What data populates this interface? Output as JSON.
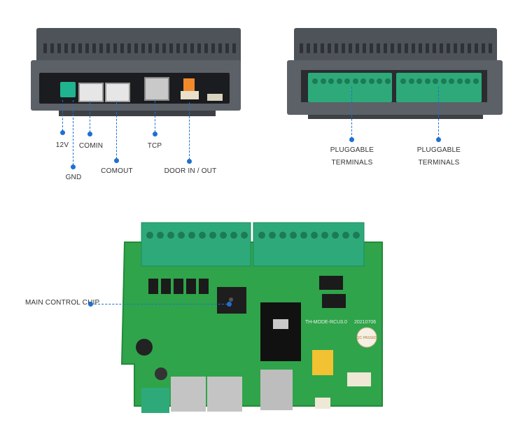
{
  "colors": {
    "accent": "#1f6fd1",
    "housing": "#5a5f66",
    "terminal_green": "#2eaa7a",
    "pcb_green": "#2fa44a"
  },
  "left_device": {
    "labels": {
      "v12": "12V",
      "gnd": "GND",
      "comin": "COMIN",
      "comout": "COMOUT",
      "tcp": "TCP",
      "door": "DOOR IN / OUT"
    }
  },
  "right_device": {
    "labels": {
      "pluggable_1_line1": "PLUGGABLE",
      "pluggable_1_line2": "TERMINALS",
      "pluggable_2_line1": "PLUGGABLE",
      "pluggable_2_line2": "TERMINALS"
    }
  },
  "board": {
    "callout": "MAIN CONTROL CHIP",
    "silkscreen_model": "TH-MODE-RCU3.0",
    "silkscreen_date": "20210706",
    "qc_sticker": "QC PASSED"
  }
}
